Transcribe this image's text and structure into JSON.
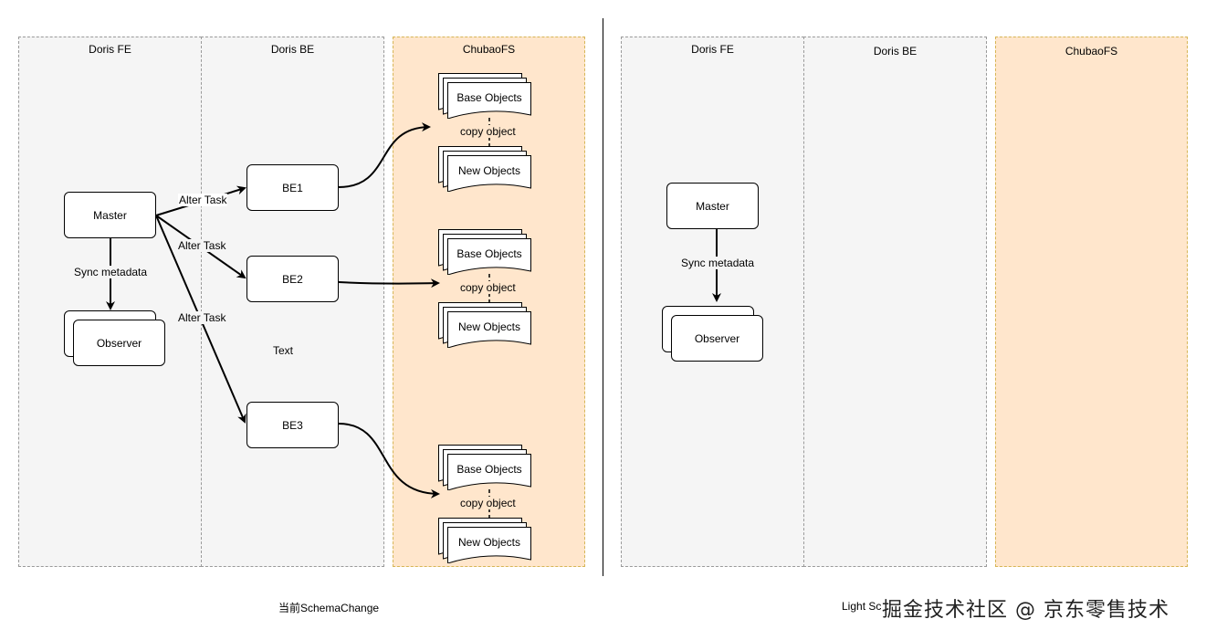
{
  "left_panel": {
    "lanes": {
      "fe": "Doris FE",
      "be": "Doris BE",
      "fs": "ChubaoFS"
    },
    "nodes": {
      "master": "Master",
      "observer": "Observer",
      "be1": "BE1",
      "be2": "BE2",
      "be3": "BE3"
    },
    "edge_labels": {
      "alter_task_1": "Alter Task",
      "alter_task_2": "Alter Task",
      "alter_task_3": "Alter Task",
      "sync_metadata": "Sync metadata"
    },
    "objects": [
      {
        "base": "Base Objects",
        "copy": "copy object",
        "new": "New Objects"
      },
      {
        "base": "Base Objects",
        "copy": "copy object",
        "new": "New Objects"
      },
      {
        "base": "Base Objects",
        "copy": "copy object",
        "new": "New Objects"
      }
    ],
    "floating_text": "Text",
    "caption": "当前SchemaChange"
  },
  "right_panel": {
    "lanes": {
      "fe": "Doris FE",
      "be": "Doris BE",
      "fs": "ChubaoFS"
    },
    "nodes": {
      "master": "Master",
      "observer": "Observer"
    },
    "edge_labels": {
      "sync_metadata": "Sync metadata"
    },
    "caption": "Light Sc"
  },
  "watermark": "掘金技术社区 @ 京东零售技术",
  "colors": {
    "lane_gray": "#f5f5f5",
    "lane_orange": "#ffe6cc",
    "orange_border": "#d6b656"
  }
}
